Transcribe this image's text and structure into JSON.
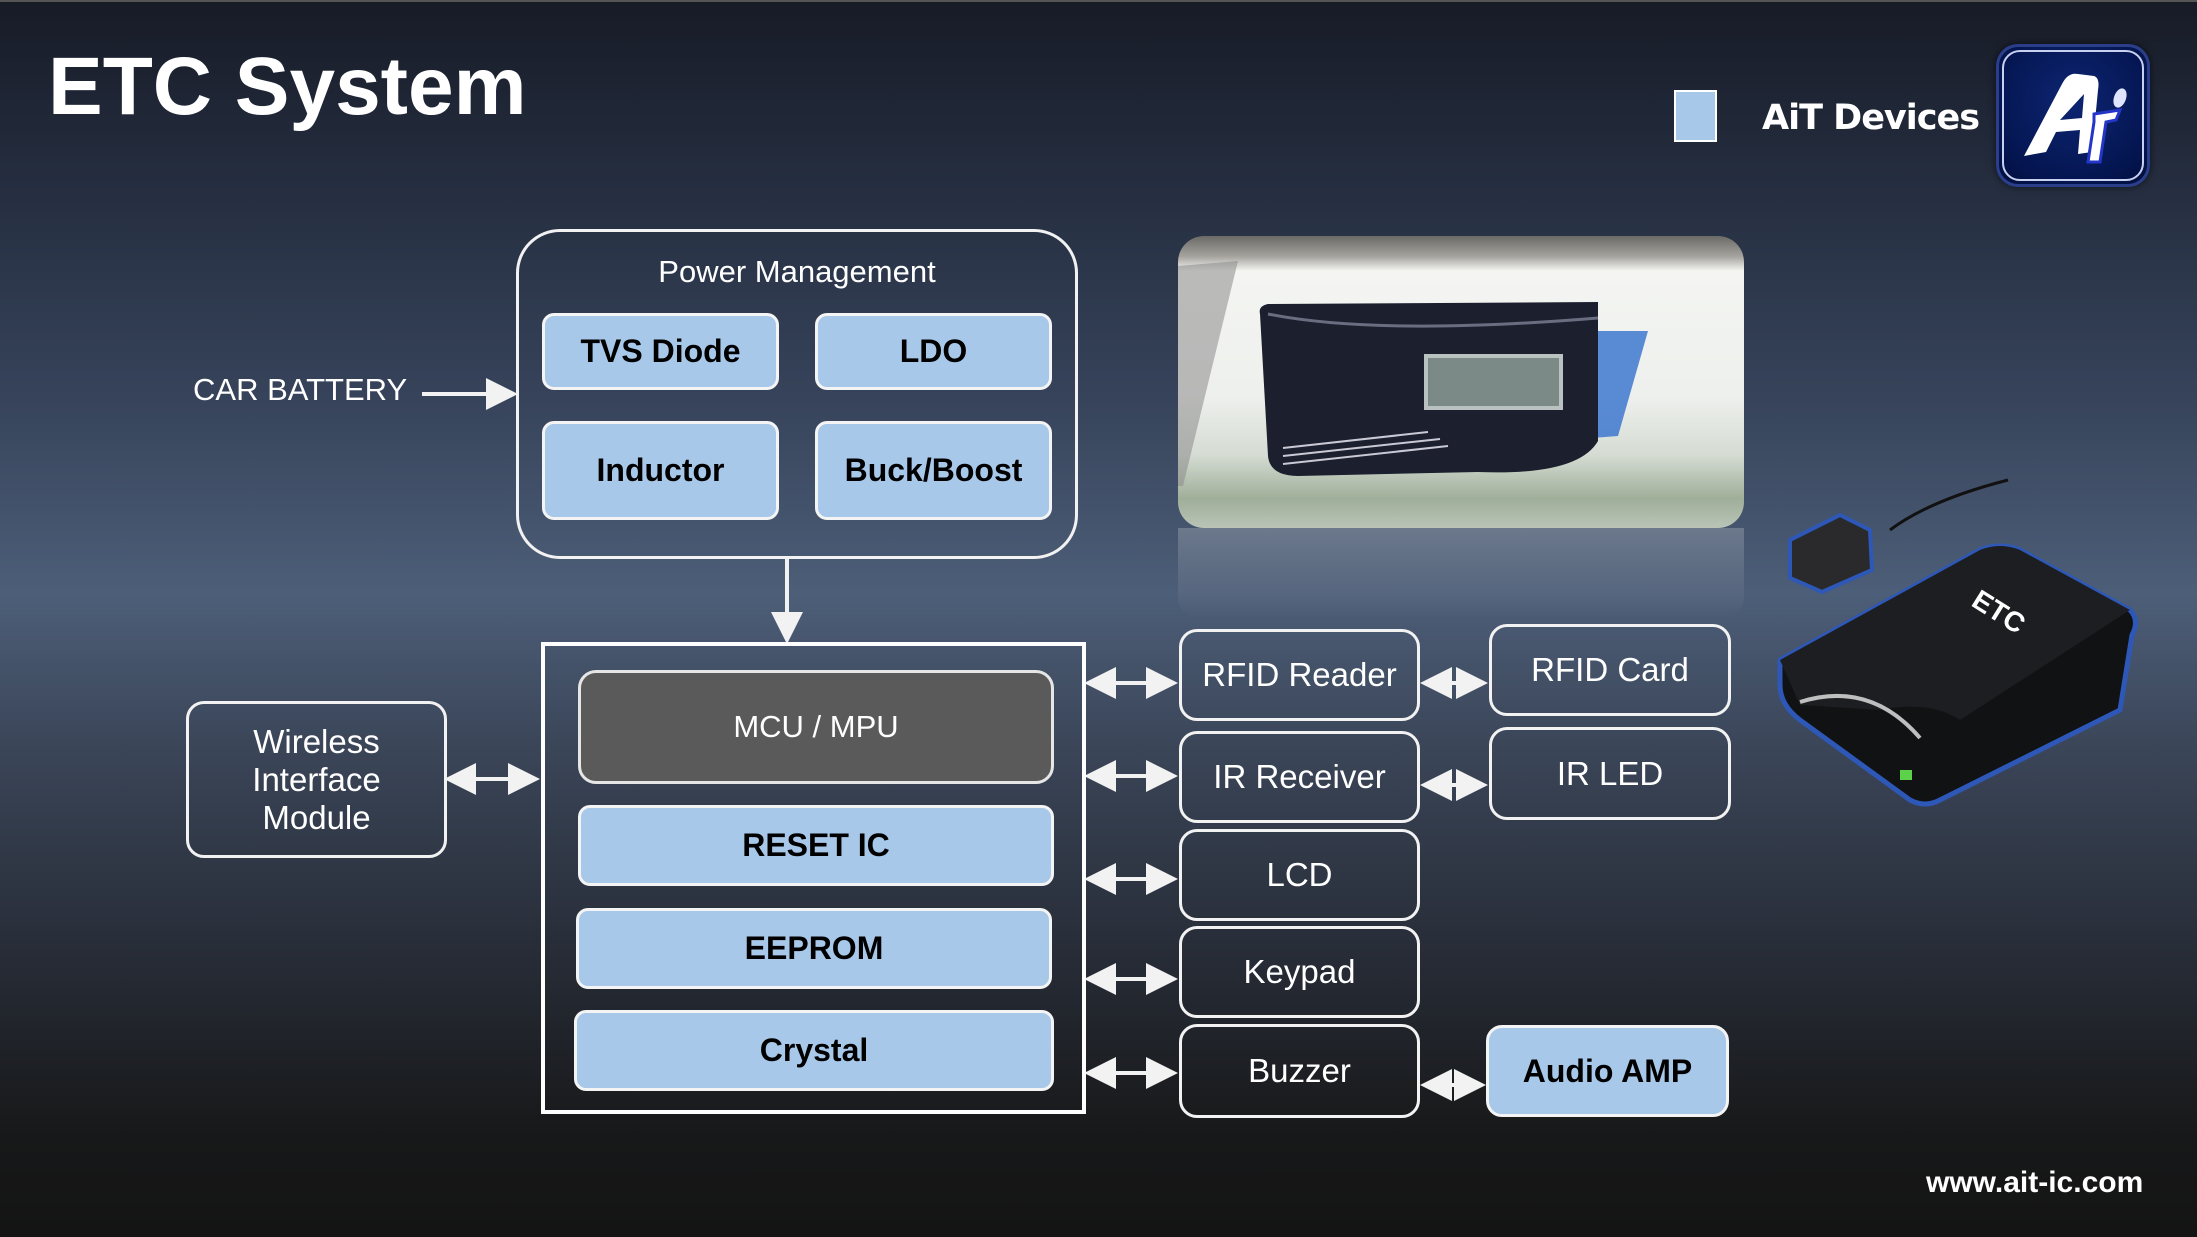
{
  "title": "ETC System",
  "legend": {
    "label": "AiT Devices",
    "swatch_color": "#a8c8ea",
    "logo": "ait-logo-icon"
  },
  "footer": {
    "url": "www.ait-ic.com"
  },
  "input": {
    "label": "CAR BATTERY"
  },
  "power_management": {
    "title": "Power Management",
    "blocks": [
      "TVS Diode",
      "LDO",
      "Inductor",
      "Buck/Boost"
    ]
  },
  "wireless": {
    "label": "Wireless\nInterface\nModule",
    "lines": [
      "Wireless",
      "Interface",
      "Module"
    ]
  },
  "controller": {
    "mcu": "MCU / MPU",
    "blocks": [
      "RESET IC",
      "EEPROM",
      "Crystal"
    ]
  },
  "peripherals": [
    {
      "label": "RFID Reader",
      "linked": {
        "label": "RFID Card",
        "ait": false
      }
    },
    {
      "label": "IR Receiver",
      "linked": {
        "label": "IR LED",
        "ait": false
      }
    },
    {
      "label": "LCD"
    },
    {
      "label": "Keypad"
    },
    {
      "label": "Buzzer",
      "linked": {
        "label": "Audio AMP",
        "ait": true
      }
    }
  ],
  "images": {
    "windshield_unit": "etc-windshield-unit-photo",
    "etc_device": "etc-device-render",
    "etc_device_label": "ETC"
  },
  "colors": {
    "ait_block": "#a8c8ea",
    "mcu_block": "#5a5a5a",
    "stroke": "#f2f2f2"
  }
}
